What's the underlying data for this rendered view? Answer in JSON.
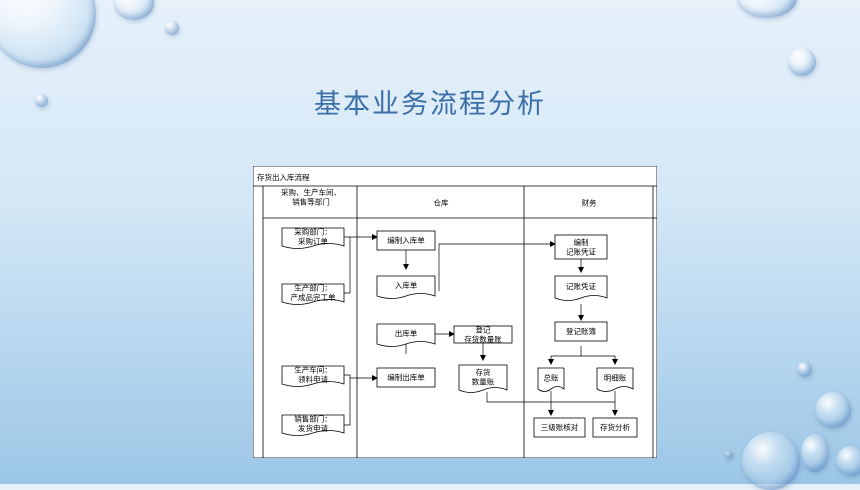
{
  "slide": {
    "title": "基本业务流程分析"
  },
  "diagram": {
    "heading": "存货出入库流程",
    "lanes": [
      "采购、生产车间、\n销售等部门",
      "仓库",
      "财务"
    ],
    "nodes": {
      "d1": "采购部门：\n采购订单",
      "d2": "生产部门：\n产成品完工单",
      "d3": "生产车间：\n领料申请",
      "d4": "销售部门：\n发货申请",
      "w1": "编制入库单",
      "w2": "入库单",
      "w3": "出库单",
      "w4": "编制出库单",
      "w5": "登记\n存货数量账",
      "w6": "存货\n数量账",
      "f1": "编制\n记账凭证",
      "f2": "记账凭证",
      "f3": "登记账簿",
      "f4": "总账",
      "f5": "明细账",
      "f6": "三级账核对",
      "f7": "存货分析"
    }
  }
}
